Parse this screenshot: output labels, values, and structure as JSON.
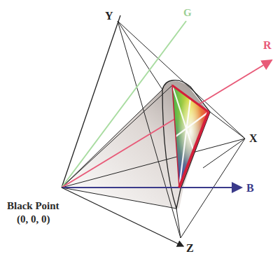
{
  "diagram": {
    "labels": [
      "Y",
      "G",
      "R",
      "X",
      "B",
      "Z",
      "Black Point",
      "(0, 0, 0)"
    ]
  }
}
